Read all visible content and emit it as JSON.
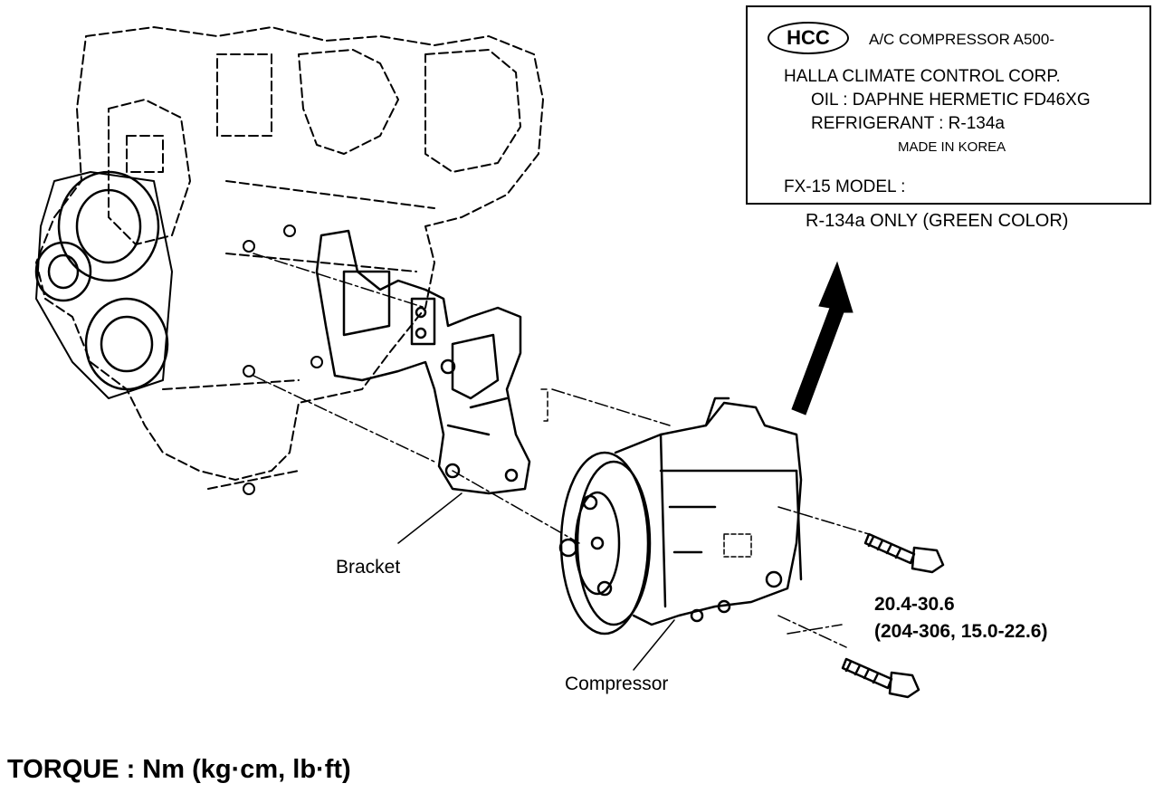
{
  "label_plate": {
    "logo": "HCC",
    "model_line": "A/C COMPRESSOR A500-",
    "maker": "HALLA CLIMATE CONTROL CORP.",
    "oil": "OIL : DAPHNE HERMETIC FD46XG",
    "refrigerant": "REFRIGERANT : R-134a",
    "origin": "MADE IN KOREA",
    "fx_model": "FX-15 MODEL :"
  },
  "plate_caption": "R-134a ONLY (GREEN COLOR)",
  "callouts": {
    "bracket": "Bracket",
    "compressor": "Compressor"
  },
  "torque_values": {
    "nm": "20.4-30.6",
    "alt_units": "(204-306, 15.0-22.6)"
  },
  "footer": {
    "torque_units": "TORQUE : Nm (kg·cm, lb·ft)"
  },
  "colors": {
    "ink": "#000000",
    "paper": "#ffffff"
  },
  "icons": [
    "engine-block",
    "ac-bracket",
    "ac-compressor",
    "mounting-bolt",
    "up-arrow"
  ]
}
